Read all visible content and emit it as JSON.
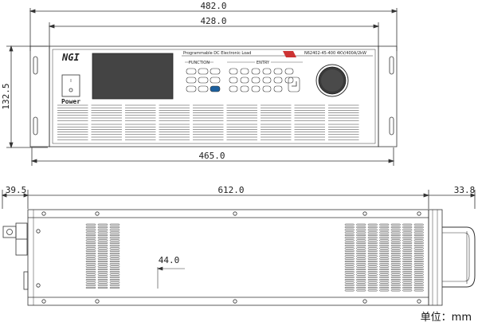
{
  "dimensions": {
    "overall_width": "482.0",
    "rack_width": "428.0",
    "height": "132.5",
    "body_width": "465.0",
    "rear_protrusion": "39.5",
    "depth": "612.0",
    "handle_depth": "33.8",
    "inner_offset": "44.0"
  },
  "front_panel": {
    "logo": "NGI",
    "model_title": "Programmable DC Electronic Load",
    "model_spec": "N62402-45-400  4KV/400A/2kW",
    "function_label": "FUNCTION",
    "entry_label": "ENTRY",
    "power_label": "Power",
    "switch_on": "I",
    "switch_off": "O"
  },
  "unit_label": "单位：mm"
}
